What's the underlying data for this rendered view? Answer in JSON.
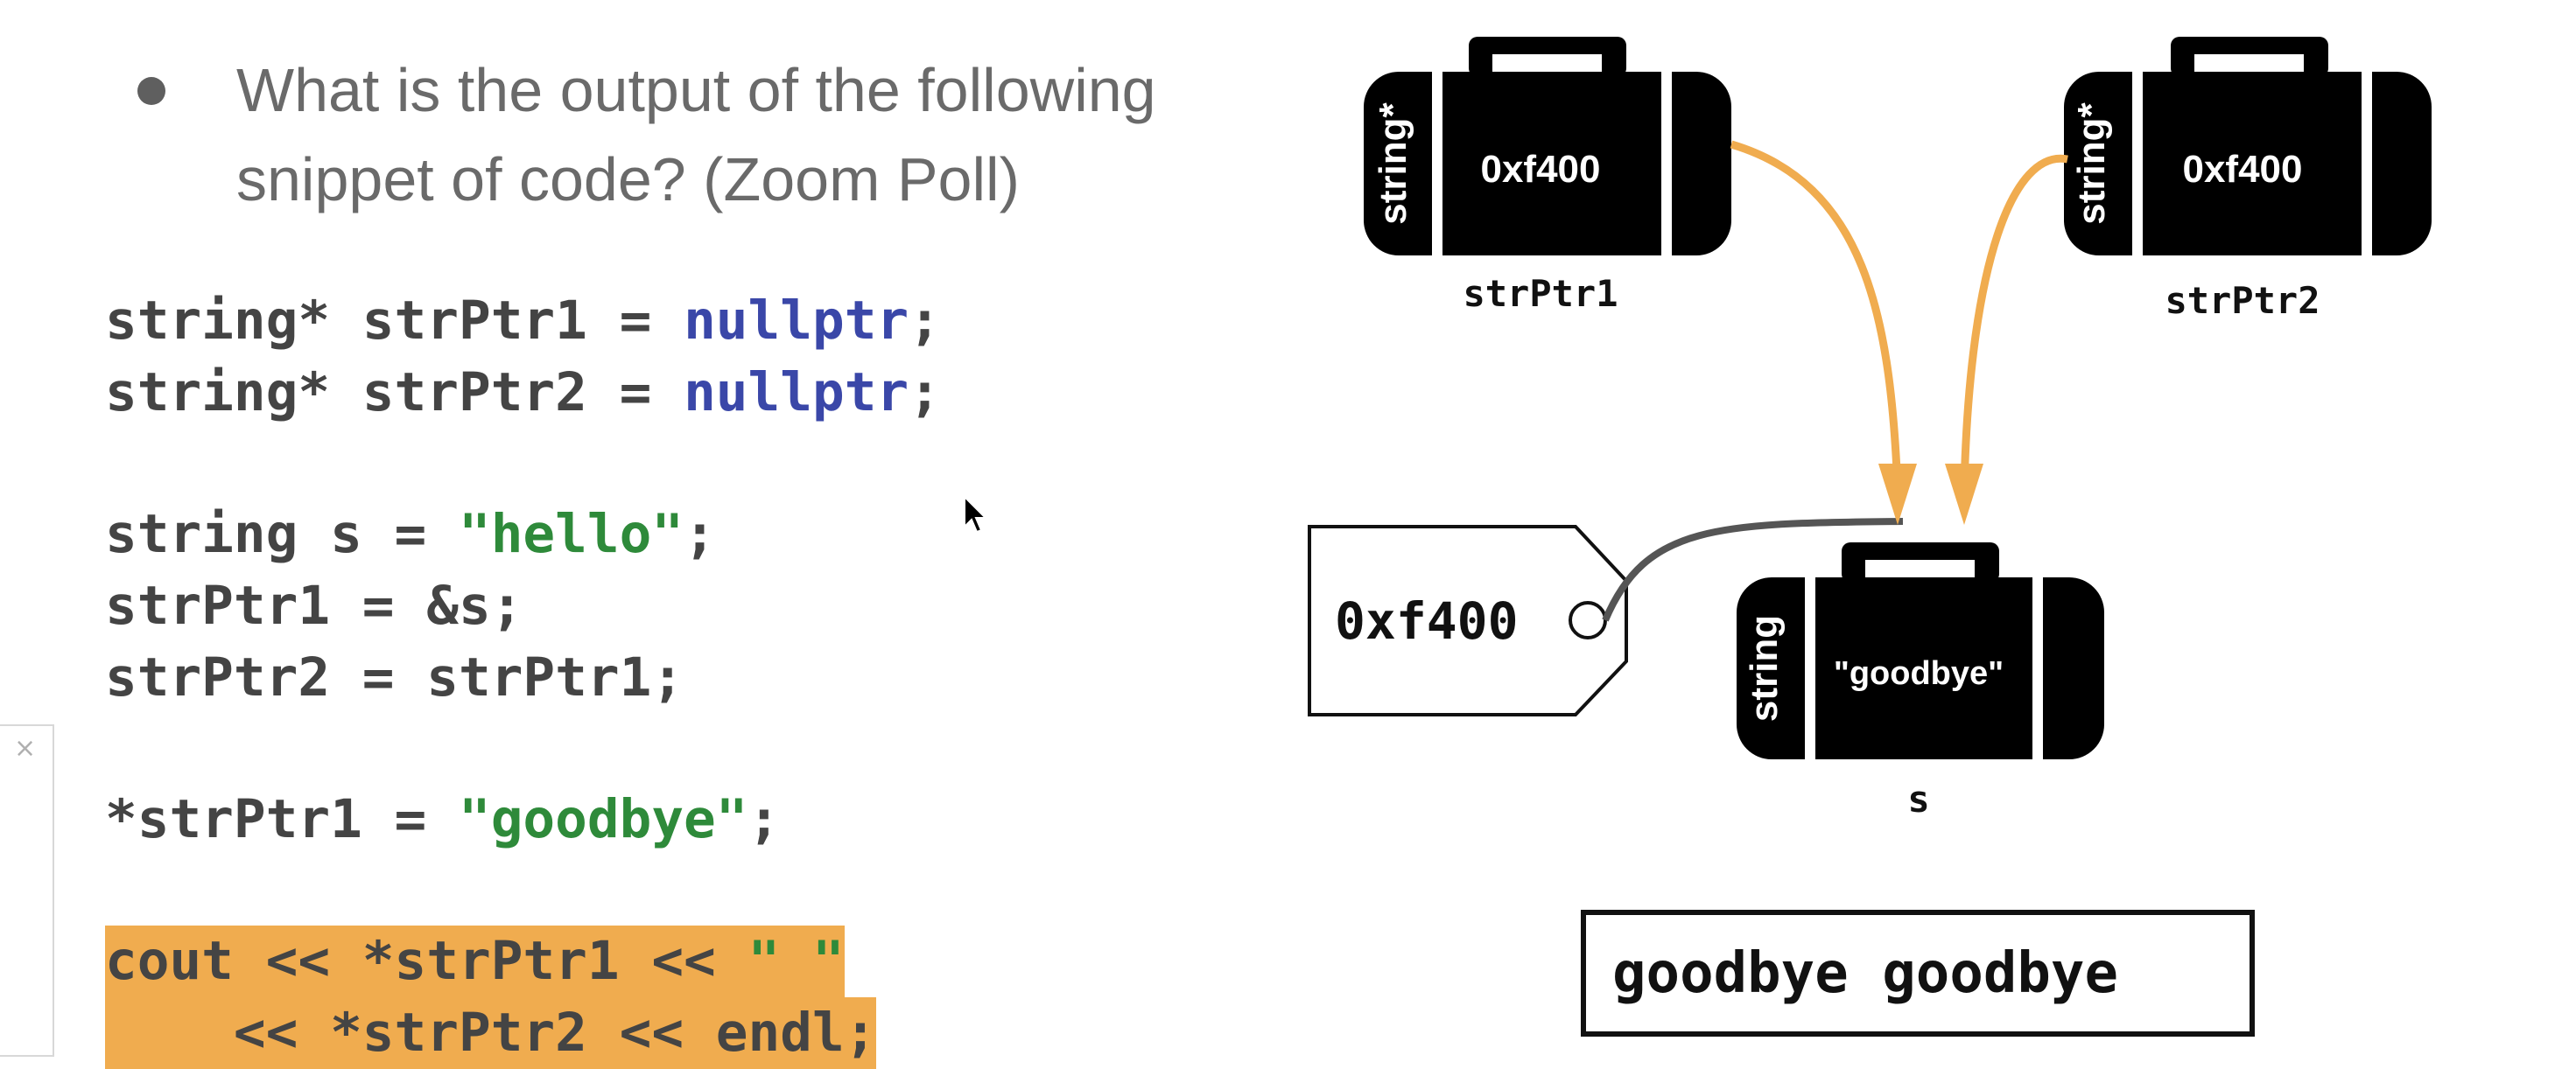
{
  "slide": {
    "question": "What is the output of the following snippet of code? (Zoom Poll)",
    "code": {
      "line1": {
        "a": "string* strPtr1 = ",
        "b": "nullptr",
        "c": ";"
      },
      "line2": {
        "a": "string* strPtr2 = ",
        "b": "nullptr",
        "c": ";"
      },
      "line3": {
        "a": "string s = ",
        "b": "\"hello\"",
        "c": ";"
      },
      "line4": "strPtr1 = &s;",
      "line5": "strPtr2 = strPtr1;",
      "line6": {
        "a": "*strPtr1 = ",
        "b": "\"goodbye\"",
        "c": ";"
      },
      "line7": {
        "a": "cout << *strPtr1 << ",
        "b": "\" \""
      },
      "line8": "    << *strPtr2 << endl;"
    }
  },
  "diagram": {
    "pointer1": {
      "type_label": "string*",
      "value": "0xf400",
      "name": "strPtr1"
    },
    "pointer2": {
      "type_label": "string*",
      "value": "0xf400",
      "name": "strPtr2"
    },
    "variable": {
      "type_label": "string",
      "value": "\"goodbye\"",
      "name": "s"
    },
    "address_tag": "0xf400",
    "output": "goodbye goodbye"
  },
  "colors": {
    "keyword": "#3a47a8",
    "string_literal": "#2e8a3a",
    "highlight": "#f0ac4f",
    "arrow": "#f0ac4f",
    "suitcase": "#000000"
  },
  "icons": {
    "bullet": "bullet-dot-icon",
    "cursor": "mouse-cursor-icon",
    "close": "close-icon"
  }
}
